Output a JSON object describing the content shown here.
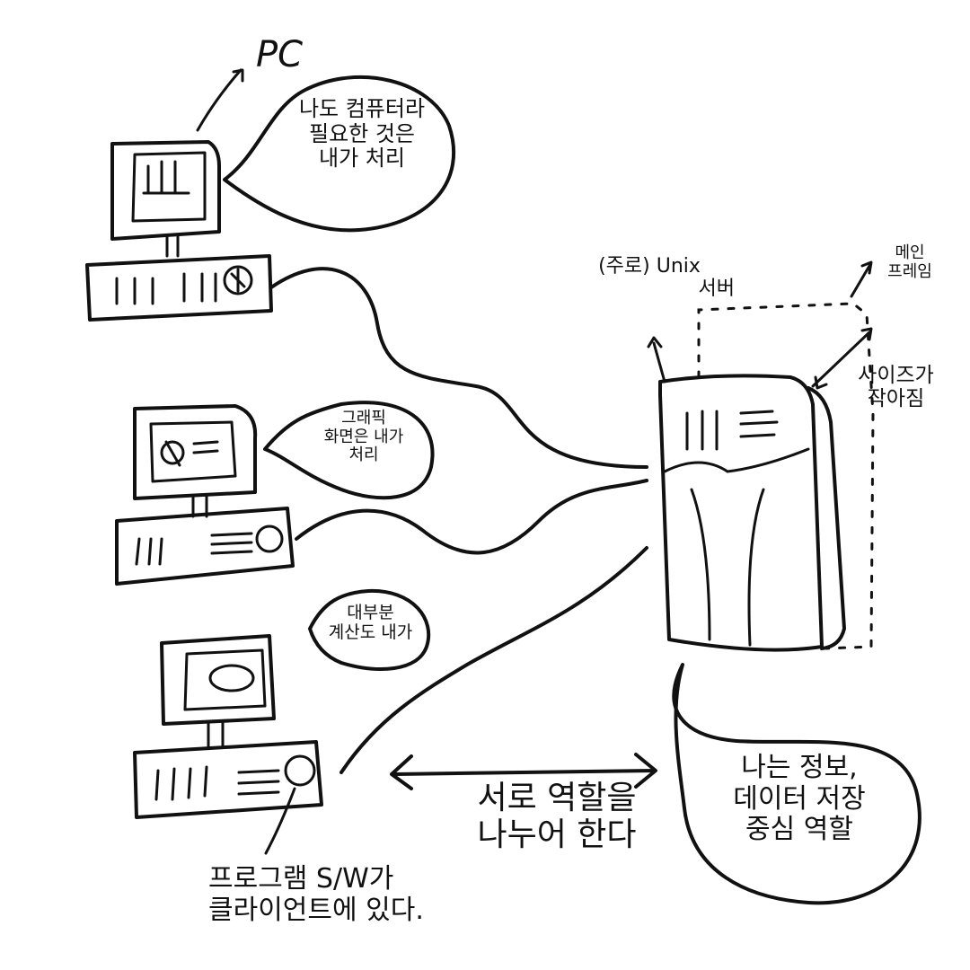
{
  "labels": {
    "pc": "PC",
    "bubble_pc": [
      "나도 컴퓨터라",
      "필요한 것은",
      "내가 처리"
    ],
    "bubble_graphic": [
      "그래픽",
      "화면은 내가",
      "처리"
    ],
    "bubble_calc": [
      "대부분",
      "계산도 내가"
    ],
    "server_title": [
      "(주로) Unix",
      "서버"
    ],
    "mainframe": [
      "메인",
      "프레임"
    ],
    "size_note": [
      "사이즈가",
      "작아짐"
    ],
    "share_roles": [
      "서로 역할을",
      "나누어 한다"
    ],
    "server_bubble": [
      "나는 정보,",
      "데이터 저장",
      "중심 역할"
    ],
    "program_note": [
      "프로그램 S/W가",
      "클라이언트에 있다."
    ]
  },
  "colors": {
    "ink": "#111111",
    "paper": "#ffffff"
  }
}
